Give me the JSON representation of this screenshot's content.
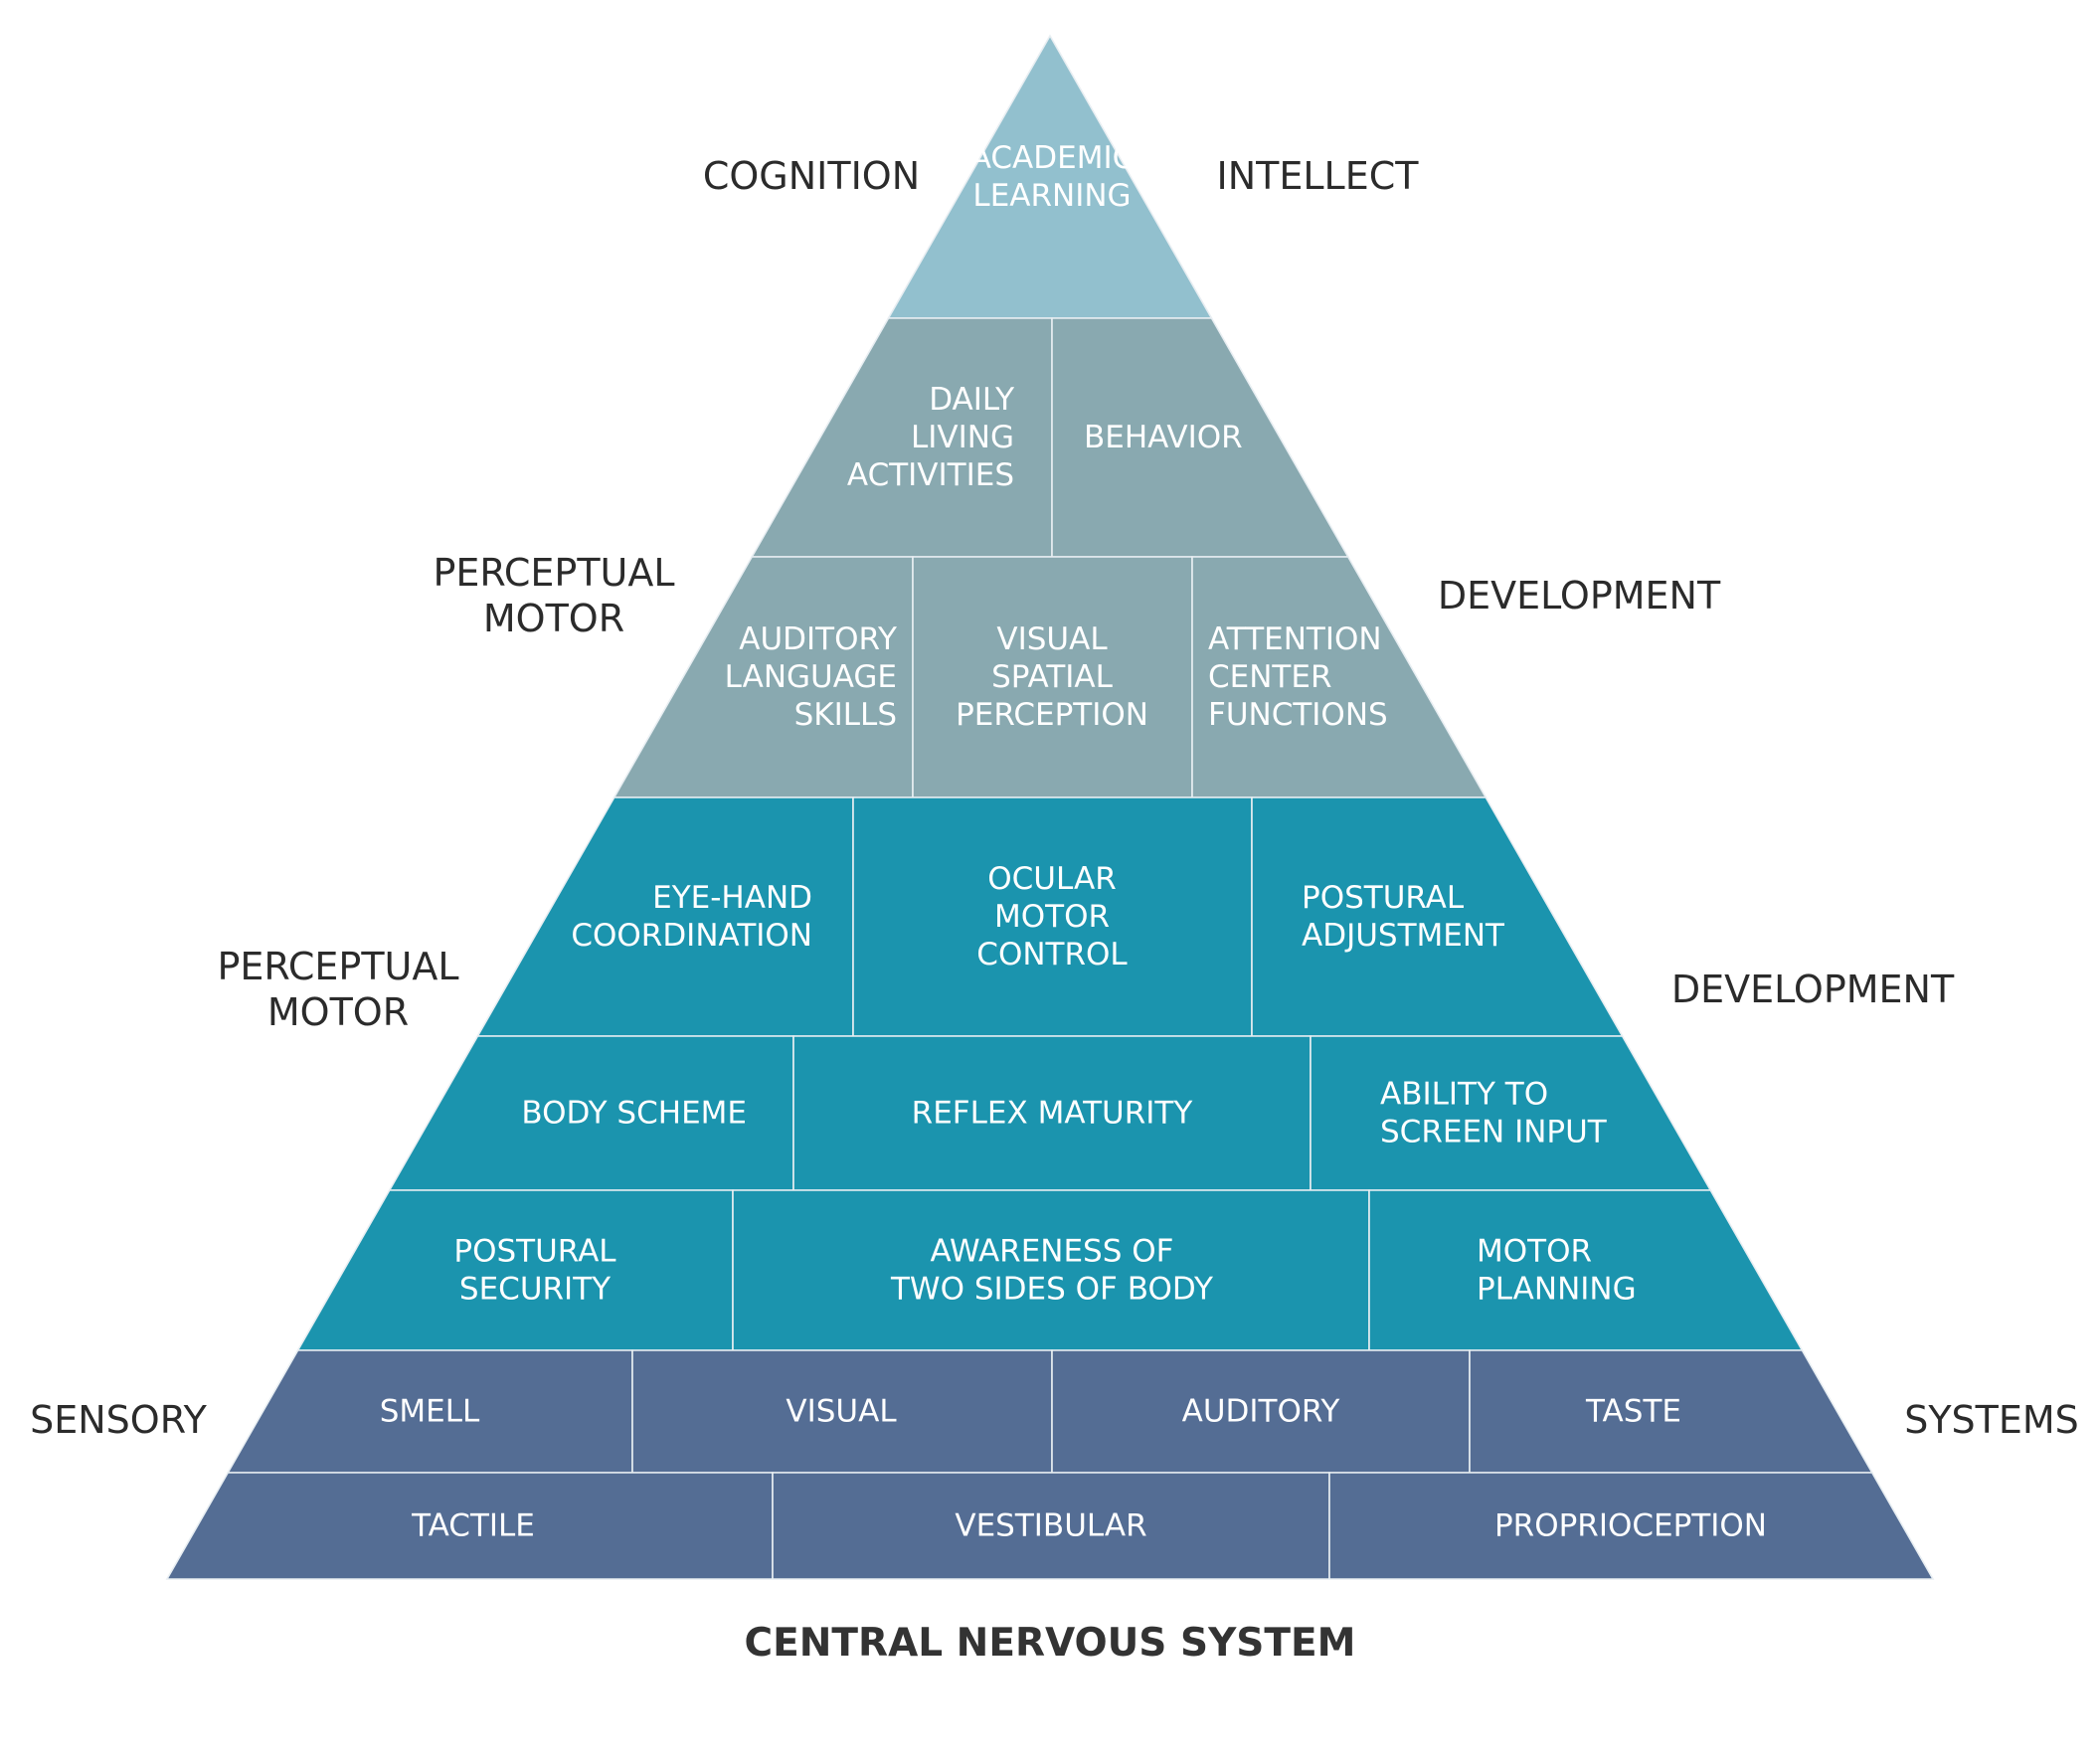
{
  "colors": {
    "tier_cognition": "#92c0ce",
    "tier_perceptual_upper": "#89a9b0",
    "tier_perceptual_lower": "#1b94ae",
    "tier_sensory": "#546d94",
    "divider": "#e8eef2",
    "side_label": "#2b2b2b",
    "footer": "#333333"
  },
  "rows": [
    {
      "tier": "cognition",
      "cells": [
        {
          "lines": [
            "ACADEMIC",
            "LEARNING"
          ]
        }
      ]
    },
    {
      "tier": "perceptual_upper",
      "cells": [
        {
          "lines": [
            "DAILY",
            "LIVING",
            "ACTIVITIES"
          ]
        },
        {
          "lines": [
            "BEHAVIOR"
          ]
        }
      ]
    },
    {
      "tier": "perceptual_upper",
      "cells": [
        {
          "lines": [
            "AUDITORY",
            "LANGUAGE",
            "SKILLS"
          ]
        },
        {
          "lines": [
            "VISUAL",
            "SPATIAL",
            "PERCEPTION"
          ]
        },
        {
          "lines": [
            "ATTENTION",
            "CENTER",
            "FUNCTIONS"
          ]
        }
      ]
    },
    {
      "tier": "perceptual_lower",
      "cells": [
        {
          "lines": [
            "EYE-HAND",
            "COORDINATION"
          ]
        },
        {
          "lines": [
            "OCULAR",
            "MOTOR",
            "CONTROL"
          ]
        },
        {
          "lines": [
            "POSTURAL",
            "ADJUSTMENT"
          ]
        }
      ]
    },
    {
      "tier": "perceptual_lower",
      "cells": [
        {
          "lines": [
            "BODY SCHEME"
          ]
        },
        {
          "lines": [
            "REFLEX MATURITY"
          ]
        },
        {
          "lines": [
            "ABILITY TO",
            "SCREEN INPUT"
          ]
        }
      ]
    },
    {
      "tier": "perceptual_lower",
      "cells": [
        {
          "lines": [
            "POSTURAL",
            "SECURITY"
          ]
        },
        {
          "lines": [
            "AWARENESS OF",
            "TWO SIDES OF BODY"
          ]
        },
        {
          "lines": [
            "MOTOR",
            "PLANNING"
          ]
        }
      ]
    },
    {
      "tier": "sensory",
      "cells": [
        {
          "lines": [
            "SMELL"
          ]
        },
        {
          "lines": [
            "VISUAL"
          ]
        },
        {
          "lines": [
            "AUDITORY"
          ]
        },
        {
          "lines": [
            "TASTE"
          ]
        }
      ]
    },
    {
      "tier": "sensory",
      "cells": [
        {
          "lines": [
            "TACTILE"
          ]
        },
        {
          "lines": [
            "VESTIBULAR"
          ]
        },
        {
          "lines": [
            "PROPRIOCEPTION"
          ]
        }
      ]
    }
  ],
  "side_labels": [
    {
      "lines": [
        "COGNITION"
      ]
    },
    {
      "lines": [
        "INTELLECT"
      ]
    },
    {
      "lines": [
        "PERCEPTUAL",
        "MOTOR"
      ]
    },
    {
      "lines": [
        "DEVELOPMENT"
      ]
    },
    {
      "lines": [
        "PERCEPTUAL",
        "MOTOR"
      ]
    },
    {
      "lines": [
        "DEVELOPMENT"
      ]
    },
    {
      "lines": [
        "SENSORY"
      ]
    },
    {
      "lines": [
        "SYSTEMS"
      ]
    }
  ],
  "footer": {
    "label": "CENTRAL NERVOUS SYSTEM"
  }
}
